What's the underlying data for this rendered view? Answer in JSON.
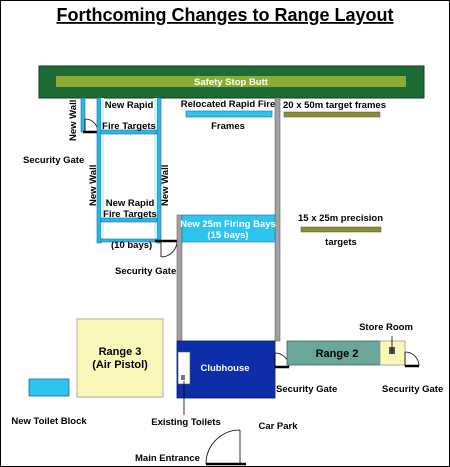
{
  "title": "Forthcoming Changes to Range Layout",
  "labels": {
    "safety_stop_butt": "Safety Stop Butt",
    "new_wall_left": "New Wall",
    "new_wall_mid": "New Wall",
    "new_wall_right": "New Wall",
    "new_rapid_fire_targets_top_1": "New Rapid",
    "new_rapid_fire_targets_top_2": "Fire Targets",
    "new_rapid_fire_targets_mid_1": "New Rapid",
    "new_rapid_fire_targets_mid_2": "Fire Targets",
    "ten_bays": "(10 bays)",
    "relocated_rapid_fire_1": "Relocated Rapid Fire",
    "relocated_rapid_fire_2": "Frames",
    "target_frames_20x50": "20 x 50m target frames",
    "firing_bays_1": "New 25m Firing Bays",
    "firing_bays_2": "(15 bays)",
    "precision_targets_1": "15 x 25m precision",
    "precision_targets_2": "targets",
    "security_gate_top": "Security Gate",
    "security_gate_mid": "Security Gate",
    "security_gate_clubhouse": "Security Gate",
    "security_gate_right": "Security Gate",
    "range3_1": "Range 3",
    "range3_2": "(Air Pistol)",
    "clubhouse": "Clubhouse",
    "range2": "Range 2",
    "store_room": "Store Room",
    "toilet_block": "New Toilet Block",
    "existing_toilets": "Existing Toilets",
    "car_park": "Car Park",
    "main_entrance": "Main Entrance"
  },
  "colors": {
    "butt_dark": "#1f6b36",
    "butt_light": "#8faa34",
    "wall_blue": "#2cb6e6",
    "wall_grey": "#a0a0a0",
    "frame_blue": "#2ec4f0",
    "target_olive": "#8c8c34",
    "range3_yellow": "#fbf7b8",
    "clubhouse_blue": "#0d2ea8",
    "range2_teal": "#6aa79a",
    "store_yellow": "#fbf7b8"
  }
}
